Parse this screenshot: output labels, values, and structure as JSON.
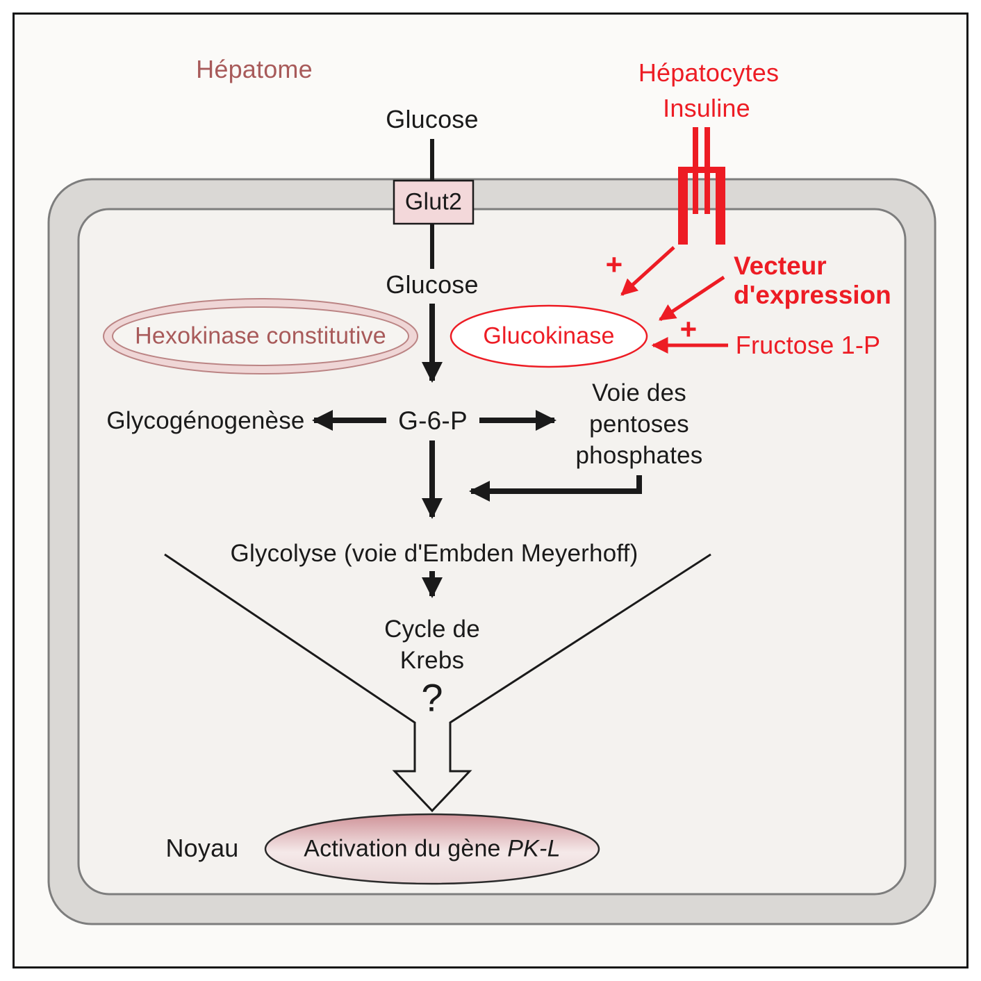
{
  "colors": {
    "accent_red": "#ed1c24",
    "brick_red": "#a85a5a",
    "membrane_gray": "#dad8d5",
    "glut2_pink": "#f3d8da",
    "gene_ellipse_pink": "#cf9298"
  },
  "outside": {
    "hepatome": "Hépatome",
    "hepatocytes": "Hépatocytes",
    "insuline": "Insuline",
    "glucose": "Glucose"
  },
  "membrane": {
    "transporter": "Glut2"
  },
  "cell": {
    "glucose": "Glucose",
    "hexokinase": "Hexokinase constitutive",
    "glucokinase": "Glucokinase",
    "plus_insulin": "+",
    "vecteur_line1": "Vecteur",
    "vecteur_line2": "d'expression",
    "plus_fructose": "+",
    "fructose": "Fructose 1-P",
    "g6p": "G-6-P",
    "glycogenogenese": "Glycogénogenèse",
    "pentoses": [
      "Voie des",
      "pentoses",
      "phosphates"
    ],
    "glycolyse": "Glycolyse (voie d'Embden Meyerhoff)",
    "krebs": [
      "Cycle de",
      "Krebs"
    ],
    "question_mark": "?",
    "noyau": "Noyau",
    "activation_prefix": "Activation du gène ",
    "activation_gene": "PK-L"
  }
}
